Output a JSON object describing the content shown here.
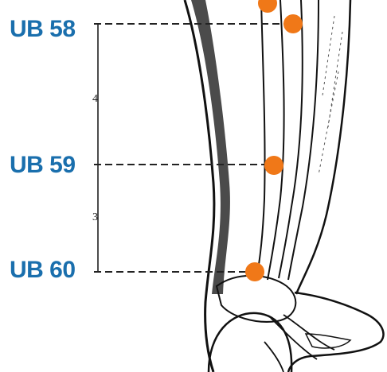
{
  "labels": {
    "ub58": "UB 58",
    "ub59": "UB 59",
    "ub60": "UB 60"
  },
  "measures": {
    "upper": "4",
    "lower": "3"
  },
  "colors": {
    "label": "#1a6fad",
    "point": "#f07818",
    "line": "#111111"
  }
}
